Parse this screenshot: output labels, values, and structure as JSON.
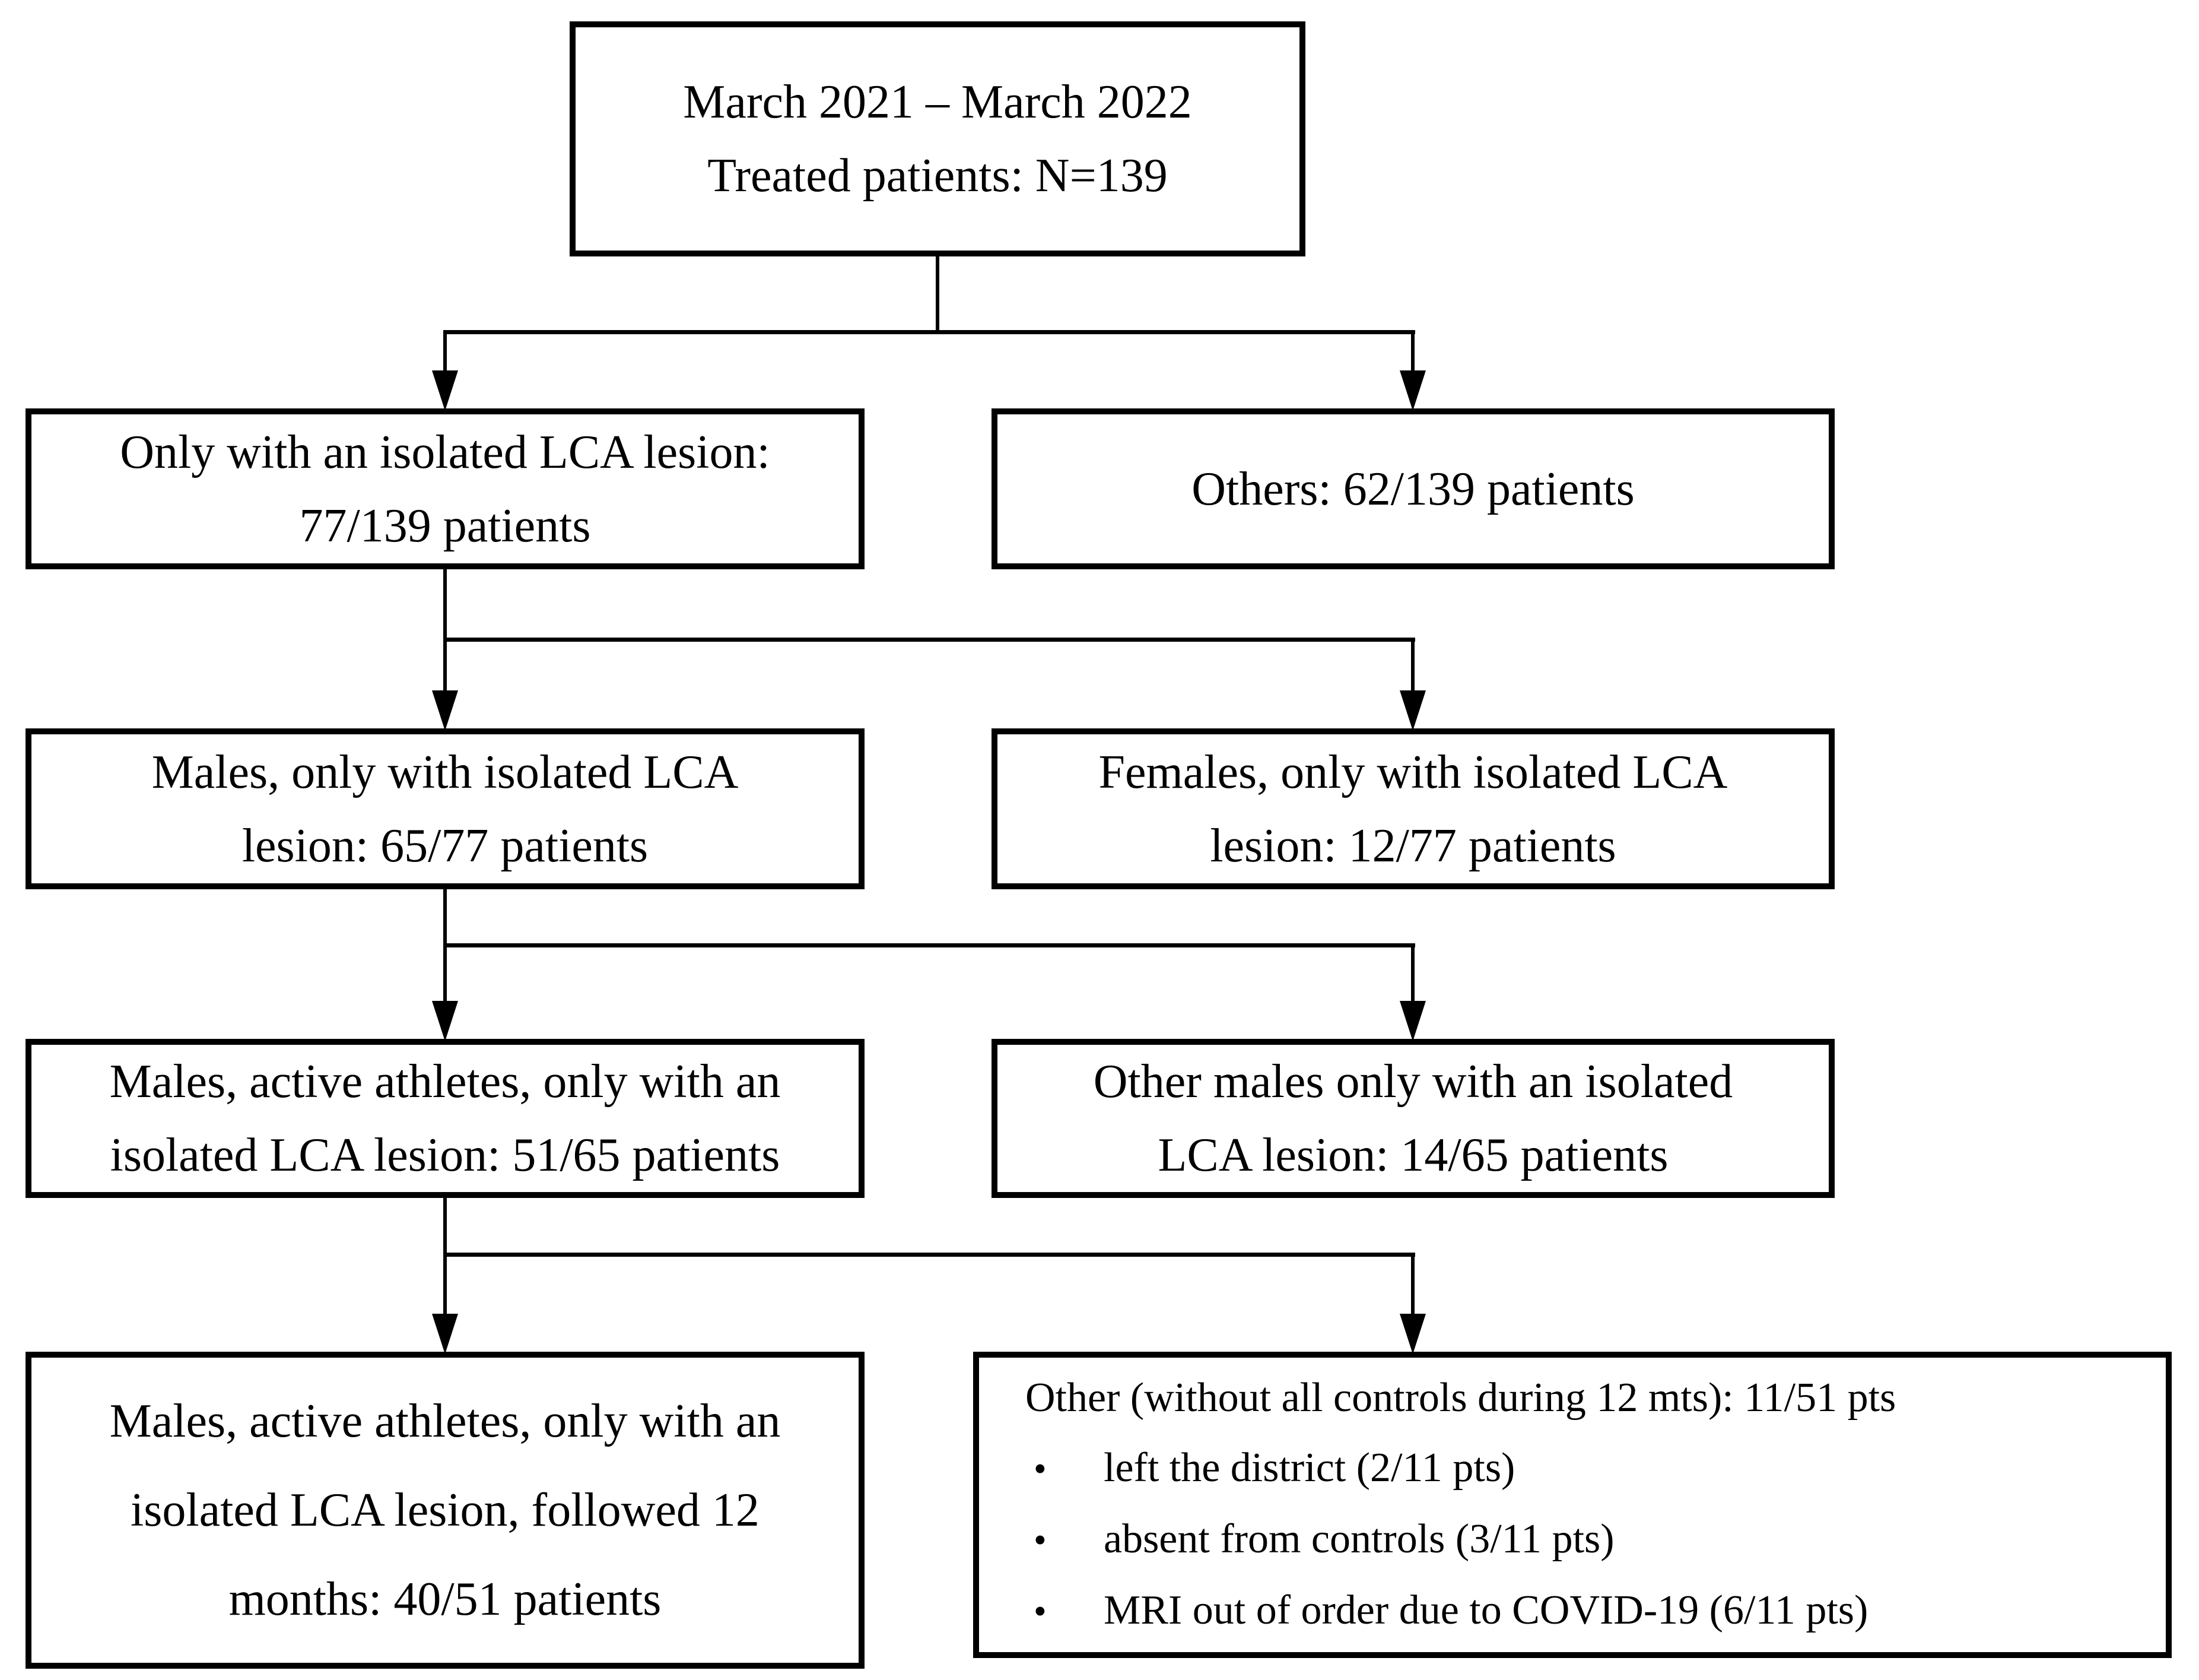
{
  "figure": {
    "type": "flowchart",
    "description": "Patient selection flow diagram, March 2021 - March 2022, treated patients N=139"
  },
  "colors": {
    "border": "#000000",
    "background": "#ffffff",
    "text": "#000000"
  },
  "nodes": {
    "root": {
      "lines": [
        "March 2021 – March 2022",
        "Treated patients: N=139"
      ]
    },
    "isolated_lca": {
      "lines": [
        "Only with an isolated LCA lesion:",
        "77/139 patients"
      ]
    },
    "others": {
      "lines": [
        "Others: 62/139 patients"
      ]
    },
    "males": {
      "lines": [
        "Males, only with isolated LCA",
        "lesion: 65/77 patients"
      ]
    },
    "females": {
      "lines": [
        "Females, only with isolated LCA",
        "lesion: 12/77 patients"
      ]
    },
    "male_athletes": {
      "lines": [
        "Males, active athletes, only with an",
        "isolated LCA lesion: 51/65 patients"
      ]
    },
    "other_males": {
      "lines": [
        "Other males only with an isolated",
        "LCA lesion: 14/65 patients"
      ]
    },
    "followed_12_months": {
      "lines": [
        "Males, active athletes, only with an",
        "isolated LCA lesion, followed 12",
        "months: 40/51 patients"
      ]
    },
    "dropouts": {
      "header": "Other (without all controls during 12 mts): 11/51 pts",
      "bullet_char": "•",
      "bullets": [
        "left the district (2/11 pts)",
        "absent from controls (3/11 pts)",
        "MRI out of order due to COVID-19 (6/11 pts)"
      ]
    }
  },
  "edges": [
    {
      "from": "root",
      "to": "isolated_lca"
    },
    {
      "from": "root",
      "to": "others"
    },
    {
      "from": "isolated_lca",
      "to": "males"
    },
    {
      "from": "isolated_lca",
      "to": "females"
    },
    {
      "from": "males",
      "to": "male_athletes"
    },
    {
      "from": "males",
      "to": "other_males"
    },
    {
      "from": "male_athletes",
      "to": "followed_12_months"
    },
    {
      "from": "male_athletes",
      "to": "dropouts"
    }
  ]
}
